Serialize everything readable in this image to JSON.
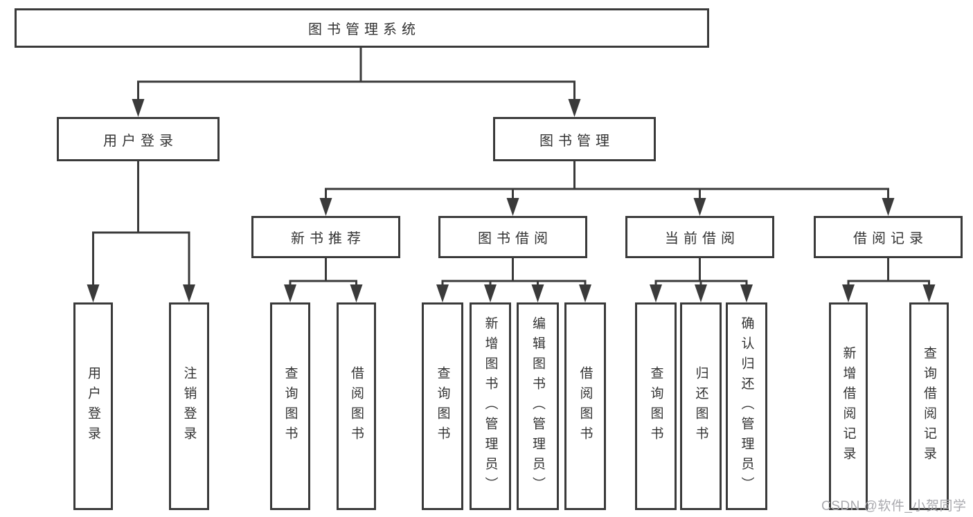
{
  "diagram": {
    "type": "hierarchy-tree",
    "root": {
      "label": "图书管理系统",
      "children": [
        {
          "label": "用户登录",
          "children": [
            {
              "label": "用户登录"
            },
            {
              "label": "注销登录"
            }
          ]
        },
        {
          "label": "图书管理",
          "children": [
            {
              "label": "新书推荐",
              "children": [
                {
                  "label": "查询图书"
                },
                {
                  "label": "借阅图书"
                }
              ]
            },
            {
              "label": "图书借阅",
              "children": [
                {
                  "label": "查询图书"
                },
                {
                  "label": "新增图书（管理员）"
                },
                {
                  "label": "编辑图书（管理员）"
                },
                {
                  "label": "借阅图书"
                }
              ]
            },
            {
              "label": "当前借阅",
              "children": [
                {
                  "label": "查询图书"
                },
                {
                  "label": "归还图书"
                },
                {
                  "label": "确认归还（管理员）"
                }
              ]
            },
            {
              "label": "借阅记录",
              "children": [
                {
                  "label": "新增借阅记录"
                },
                {
                  "label": "查询借阅记录"
                }
              ]
            }
          ]
        }
      ]
    }
  },
  "watermark": {
    "text": "CSDN @软件_小贺同学"
  },
  "colors": {
    "line": "#3a3a3a",
    "box_border": "#3a3a3a",
    "box_fill": "#ffffff",
    "text": "#333333",
    "watermark": "#a9a9ae",
    "background": "#ffffff"
  }
}
